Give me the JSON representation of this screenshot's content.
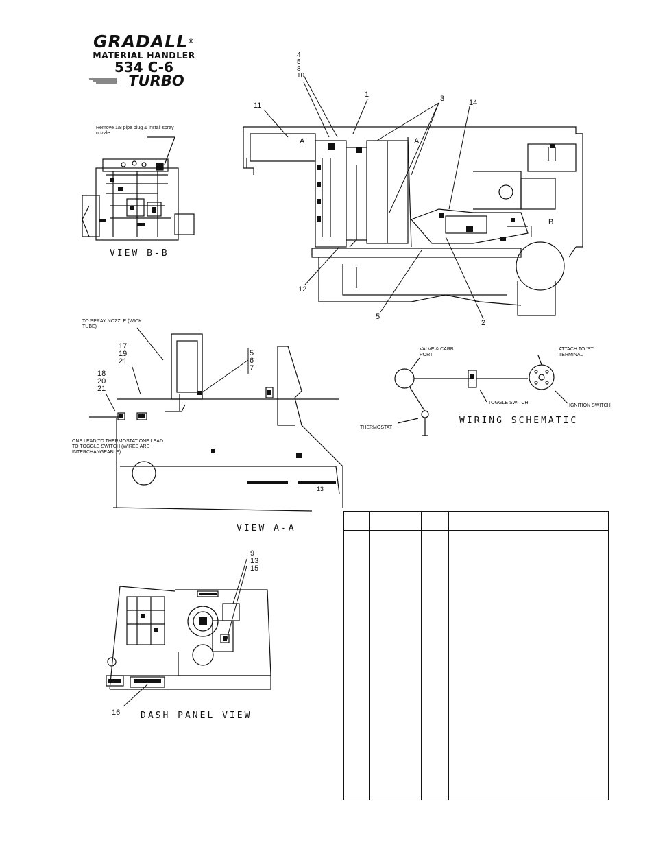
{
  "logo": {
    "brand": "GRADALL",
    "registered": "®",
    "line1": "MATERIAL HANDLER",
    "model": "534 C-6",
    "turbo": "TURBO"
  },
  "view_bb": {
    "title": "VIEW B-B",
    "note": "Remove 1/8 pipe plug & install spray nozzle"
  },
  "main_view": {
    "callouts": {
      "c4": "4",
      "c5": "5",
      "c8": "8",
      "c10": "10",
      "c1": "1",
      "c3": "3",
      "c14": "14",
      "c11": "11",
      "c12": "12",
      "c5b": "5",
      "c2": "2",
      "sectionA1": "A",
      "sectionA2": "A",
      "sectionB": "B"
    }
  },
  "view_aa": {
    "title": "VIEW A-A",
    "note_top": "TO SPRAY NOZZLE (WICK TUBE)",
    "note_bottom": "ONE LEAD TO THERMOSTAT ONE LEAD TO TOGGLE SWITCH (WIRES ARE INTERCHANGEABLE)",
    "callouts": {
      "c17": "17",
      "c19": "19",
      "c21": "21",
      "c18": "18",
      "c20": "20",
      "c21b": "21",
      "c5": "5",
      "c6": "6",
      "c7": "7",
      "c13": "13"
    }
  },
  "wiring": {
    "title": "WIRING SCHEMATIC",
    "valve": "VALVE & CARB. PORT",
    "attach": "ATTACH TO 'ST' TERMINAL",
    "toggle": "TOGGLE SWITCH",
    "ignition": "IGNITION SWITCH",
    "thermostat": "THERMOSTAT"
  },
  "dash_view": {
    "title": "DASH PANEL VIEW",
    "callouts": {
      "c9": "9",
      "c13": "13",
      "c15": "15",
      "c16": "16"
    }
  }
}
